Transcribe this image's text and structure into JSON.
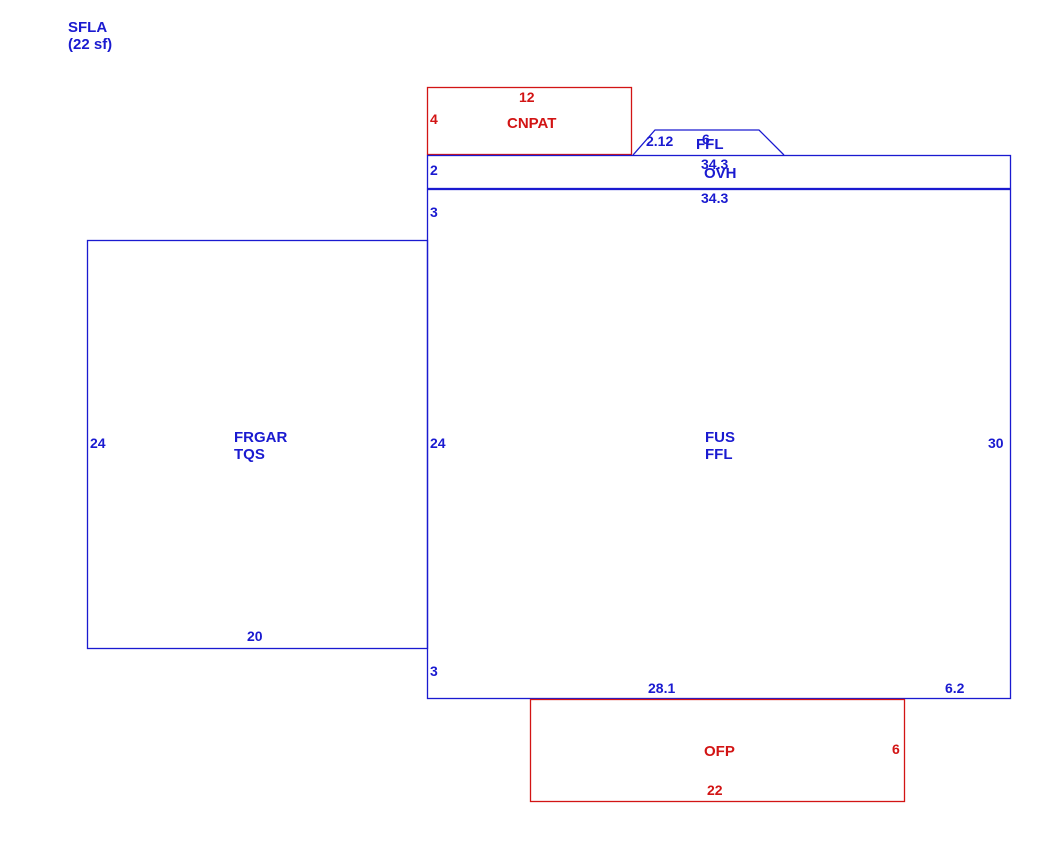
{
  "legend": {
    "line1": "SFLA",
    "line2": "(22 sf)"
  },
  "colors": {
    "living": "#1a1ad0",
    "other": "#d21414"
  },
  "areas": {
    "main": {
      "line1": "FUS",
      "line2": "FFL"
    },
    "garage": {
      "line1": "FRGAR",
      "line2": "TQS"
    },
    "overhang": {
      "line1": "OVH"
    },
    "bay": {
      "line1": "FFL"
    },
    "canopy": {
      "line1": "CNPAT"
    },
    "porch": {
      "line1": "OFP"
    }
  },
  "dimensions": {
    "canopy_top": "12",
    "canopy_side": "4",
    "bay_side": "2.12",
    "bay_top": "6",
    "ovh_top": "34.3",
    "ovh_side": "2",
    "ovh_bottom": "34.3",
    "main_upper_left": "3",
    "garage_left": "24",
    "garage_bottom": "20",
    "main_left": "24",
    "main_right": "30",
    "main_lower_left": "3",
    "main_bottom": "28.1",
    "main_bottom_right": "6.2",
    "porch_side": "6",
    "porch_bottom": "22"
  }
}
